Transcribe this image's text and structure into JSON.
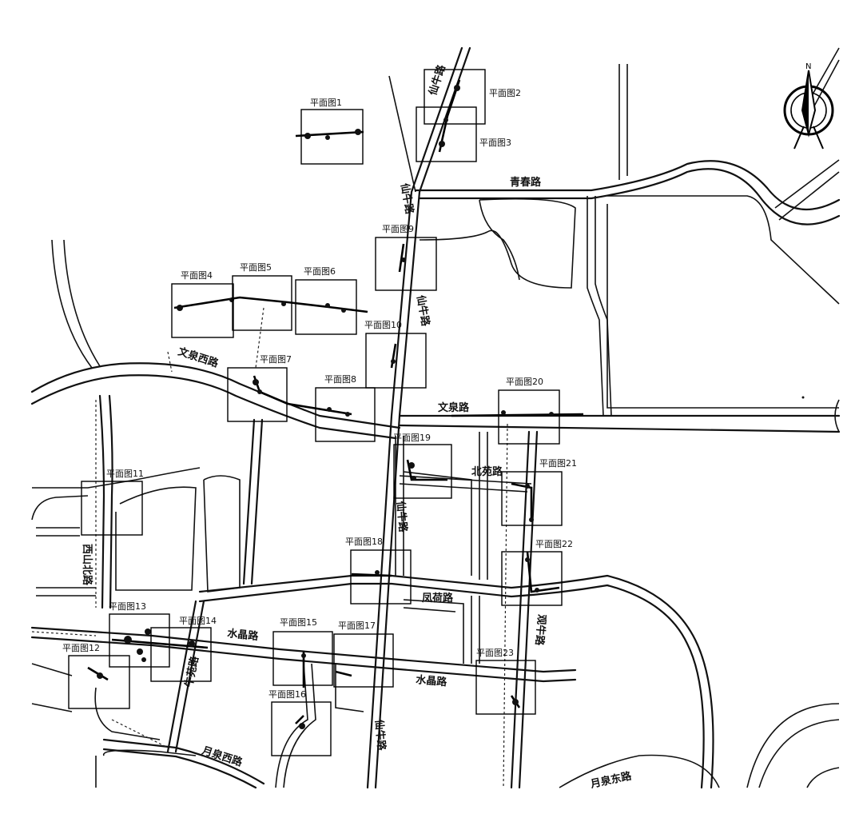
{
  "roads": {
    "xianniu_1": "仙牛路",
    "xianniu_2": "仙牛路",
    "xianniu_3": "仙牛路",
    "xianniu_4": "仙牛路",
    "xianniu_5": "仙牛路",
    "qingchun": "青春路",
    "wenquan_west": "文泉西路",
    "wenquan": "文泉路",
    "beiyuan": "北苑路",
    "fenghe": "凤荷路",
    "shuijing_1": "水晶路",
    "shuijing_2": "水晶路",
    "niuyuan": "牛苑路",
    "yuequan_west": "月泉西路",
    "yuequan_east": "月泉东路",
    "xishan": "西山北路",
    "guanniu": "观牛路"
  },
  "frames": [
    "平面图1",
    "平面图2",
    "平面图3",
    "平面图4",
    "平面图5",
    "平面图6",
    "平面图7",
    "平面图8",
    "平面图9",
    "平面图10",
    "平面图11",
    "平面图12",
    "平面图13",
    "平面图14",
    "平面图15",
    "平面图16",
    "平面图17",
    "平面图18",
    "平面图19",
    "平面图20",
    "平面图21",
    "平面图22",
    "平面图23"
  ],
  "compass": {
    "label": "N",
    "icon": "north-arrow-icon"
  }
}
